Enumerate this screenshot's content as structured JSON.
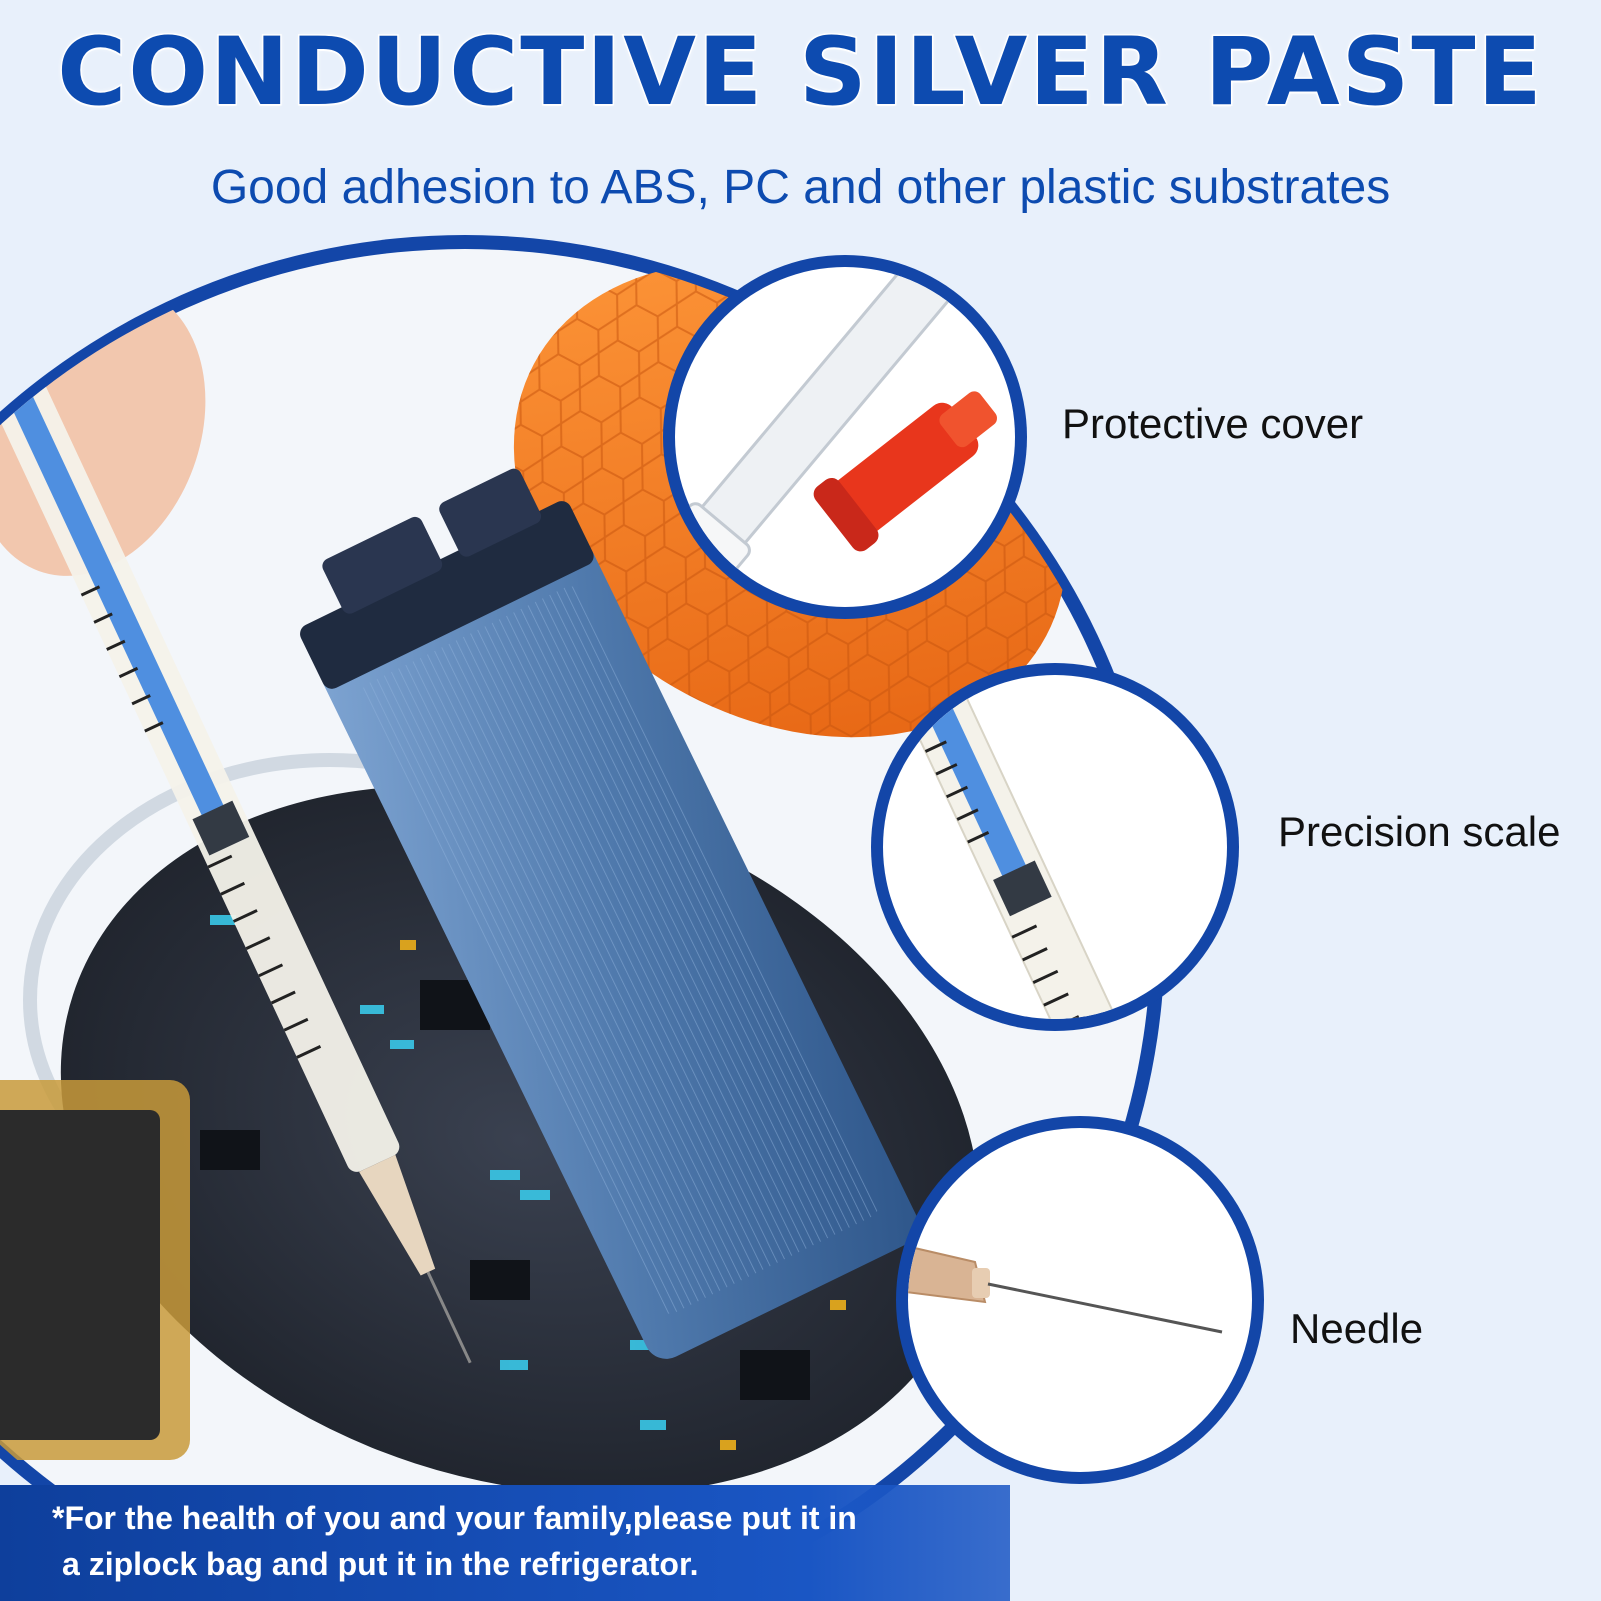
{
  "header": {
    "title": "CONDUCTIVE SILVER PASTE",
    "subtitle": "Good adhesion to ABS, PC and other plastic substrates"
  },
  "features": [
    {
      "label": "Protective cover",
      "icon": "protective-cover-icon"
    },
    {
      "label": "Precision scale",
      "icon": "syringe-scale-icon"
    },
    {
      "label": "Needle",
      "icon": "needle-icon"
    }
  ],
  "notice": {
    "line1": "*For the health of you and your family,please put it in",
    "line2": "a ziplock bag and put it in the refrigerator."
  },
  "colors": {
    "brand_blue": "#0d4bb0",
    "ring_blue": "#1346a8",
    "background": "#e8f0fb",
    "cap_red": "#e8361c",
    "pad_orange": "#f07a1e",
    "board_dark": "#2a2f38",
    "case_blue": "#5d86b8"
  }
}
